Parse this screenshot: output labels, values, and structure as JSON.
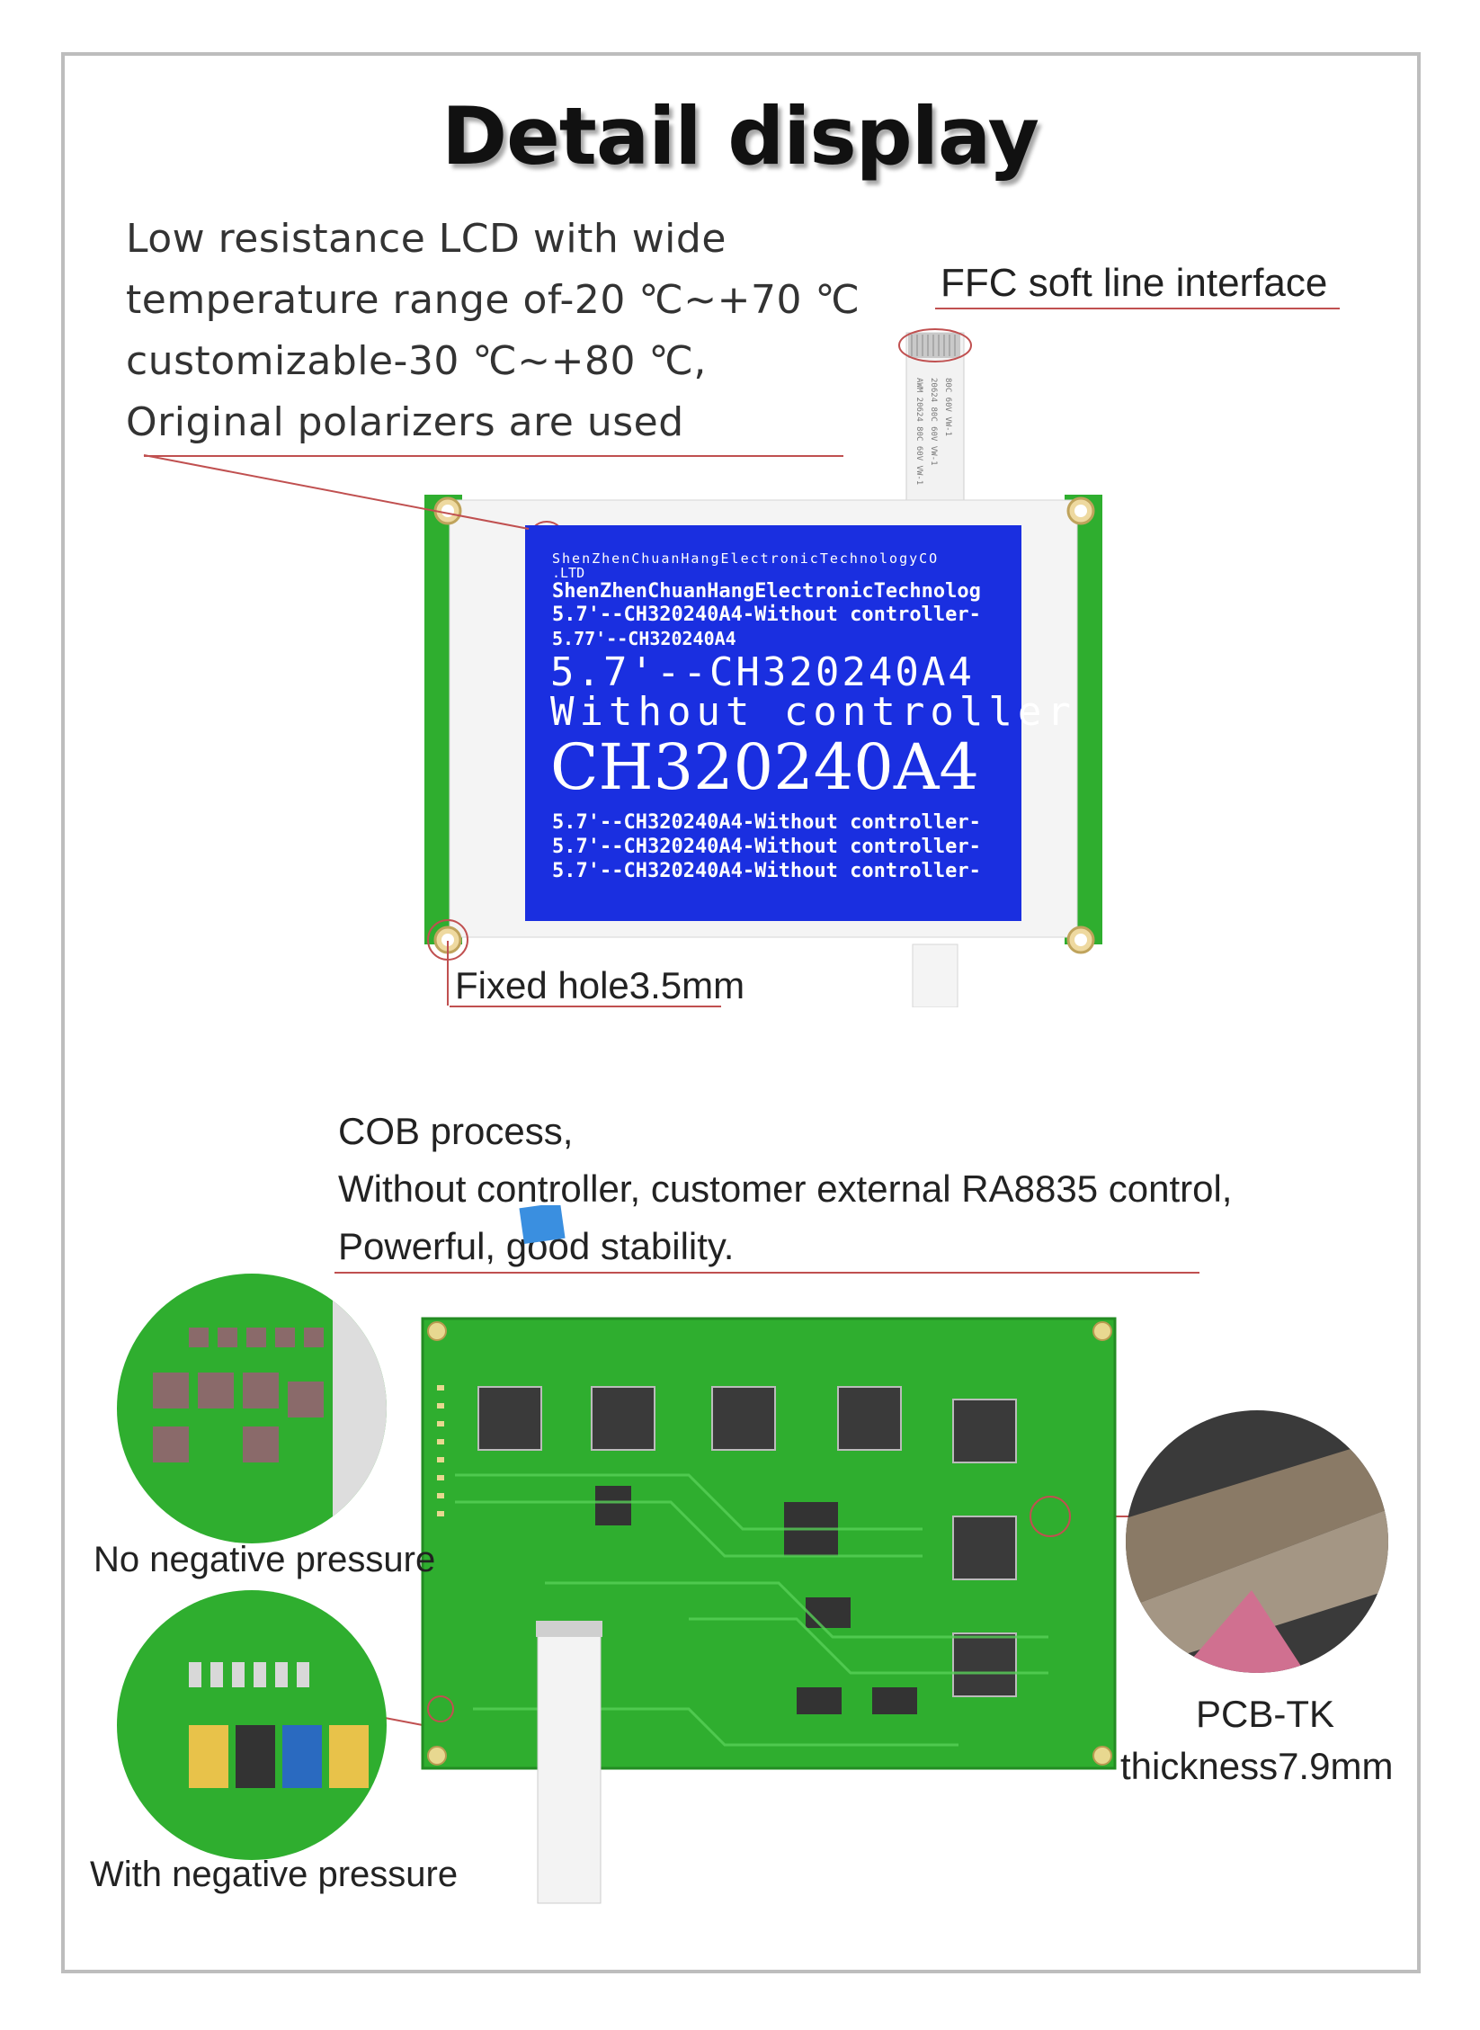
{
  "title": "Detail display",
  "lcd_features": {
    "lines": [
      "Low resistance LCD with wide",
      "temperature range of-20 ℃~+70 ℃",
      "customizable-30 ℃~+80 ℃,",
      "Original polarizers are used"
    ]
  },
  "callouts": {
    "ffc": "FFC soft line interface",
    "fixed_hole": "Fixed hole3.5mm",
    "pcb_tk_1": "PCB-TK",
    "pcb_tk_2": "thickness7.9mm",
    "no_negative": "No negative pressure",
    "with_negative": "With negative pressure"
  },
  "cob": {
    "lines": [
      "COB process,",
      "Without controller, customer external RA8835 control,",
      "Powerful, good stability."
    ]
  },
  "lcd_screen": {
    "line1": "ShenZhenChuanHangElectronicTechnologyCO",
    "line2": ".LTD",
    "line3": "ShenZhenChuanHangElectronicTechnolog",
    "line4": "5.7'--CH320240A4-Without controller-",
    "line5": "5.77'--CH320240A4",
    "line6": "5.7'--CH320240A4",
    "line7": "Without controller",
    "line8": "CH320240A4",
    "line9": "5.7'--CH320240A4-Without controller-",
    "line10": "5.7'--CH320240A4-Without controller-",
    "line11": "5.7'--CH320240A4-Without controller-"
  },
  "colors": {
    "lcd_blue": "#1a2fe0",
    "pcb_green": "#2fae2f",
    "leader_line": "#c05050"
  }
}
